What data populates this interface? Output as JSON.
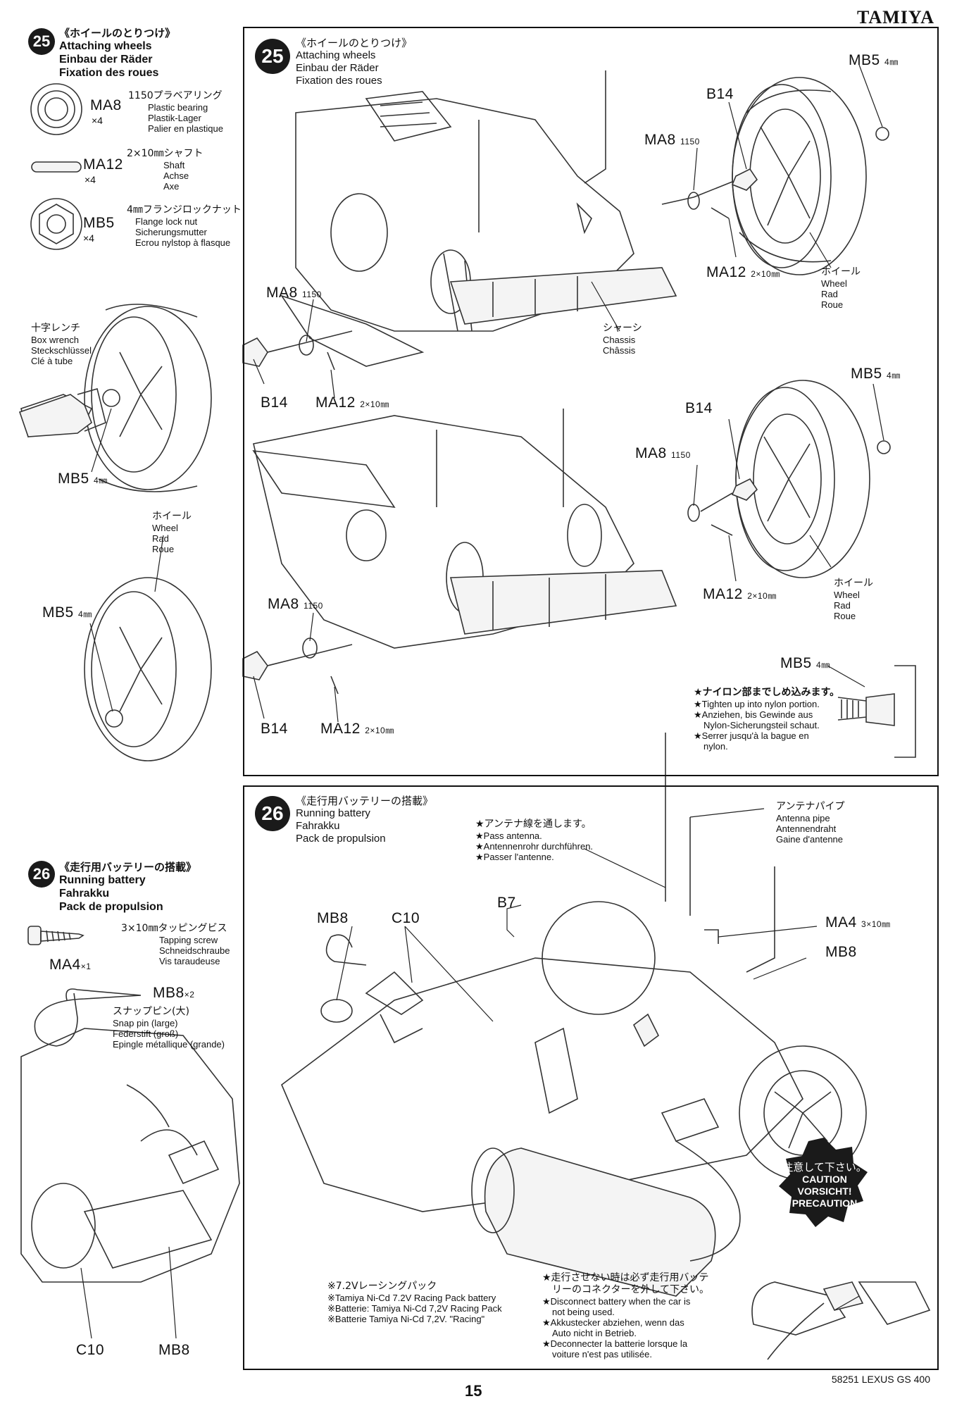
{
  "brand": "TAMIYA",
  "footer": {
    "page_number": "15",
    "model": "58251 LEXUS GS 400"
  },
  "step25_side": {
    "num": "25",
    "jp": "《ホイールのとりつけ》",
    "lines": [
      "Attaching wheels",
      "Einbau der Räder",
      "Fixation des roues"
    ],
    "parts": [
      {
        "code": "MA8",
        "qty": "×4",
        "jp": "1150プラベアリング",
        "lines": [
          "Plastic bearing",
          "Plastik-Lager",
          "Palier en plastique"
        ]
      },
      {
        "code": "MA12",
        "qty": "×4",
        "jp": "2×10㎜シャフト",
        "lines": [
          "Shaft",
          "Achse",
          "Axe"
        ]
      },
      {
        "code": "MB5",
        "qty": "×4",
        "jp": "4㎜フランジロックナット",
        "lines": [
          "Flange lock nut",
          "Sicherungsmutter",
          "Ecrou nylstop à flasque"
        ]
      }
    ],
    "wrench": [
      "十字レンチ",
      "Box wrench",
      "Steckschlüssel",
      "Clé à tube"
    ],
    "wheel": [
      "ホイール",
      "Wheel",
      "Rad",
      "Roue"
    ]
  },
  "step25_main": {
    "num": "25",
    "jp": "《ホイールのとりつけ》",
    "lines": [
      "Attaching wheels",
      "Einbau der Räder",
      "Fixation des roues"
    ],
    "chassis": [
      "シャーシ",
      "Chassis",
      "Châssis"
    ],
    "wheel": [
      "ホイール",
      "Wheel",
      "Rad",
      "Roue"
    ],
    "labels": {
      "mb5": "MB5",
      "mb5_size": "4㎜",
      "b14": "B14",
      "ma8": "MA8",
      "ma8_size": "1150",
      "ma12": "MA12",
      "ma12_size": "2×10㎜"
    },
    "note": [
      "★ナイロン部までしめ込みます。",
      "★Tighten up into nylon portion.",
      "★Anziehen, bis Gewinde aus",
      "Nylon-Sicherungsteil schaut.",
      "★Serrer jusqu'à la bague en",
      "nylon."
    ]
  },
  "step26_side": {
    "num": "26",
    "jp": "《走行用バッテリーの搭載》",
    "lines": [
      "Running battery",
      "Fahrakku",
      "Pack de propulsion"
    ],
    "screw": {
      "jp": "3×10㎜タッピングビス",
      "lines": [
        "Tapping screw",
        "Schneidschraube",
        "Vis taraudeuse"
      ],
      "code": "MA4",
      "qty": "×1"
    },
    "pin": {
      "code": "MB8",
      "qty": "×2",
      "jp": "スナップピン(大)",
      "lines": [
        "Snap pin (large)",
        "Federstift (groß)",
        "Epingle métallique (grande)"
      ]
    },
    "detail_labels": {
      "c10": "C10",
      "mb8": "MB8"
    }
  },
  "step26_main": {
    "num": "26",
    "jp": "《走行用バッテリーの搭載》",
    "lines": [
      "Running battery",
      "Fahrakku",
      "Pack de propulsion"
    ],
    "antenna": [
      "★アンテナ線を通します。",
      "★Pass antenna.",
      "★Antennenrohr durchführen.",
      "★Passer l'antenne."
    ],
    "pipe": [
      "アンテナパイプ",
      "Antenna pipe",
      "Antennendraht",
      "Gaine d'antenne"
    ],
    "labels": {
      "b7": "B7",
      "mb8": "MB8",
      "c10": "C10",
      "ma4": "MA4",
      "ma4_size": "3×10㎜"
    },
    "battery": [
      "※7.2Vレーシングパック",
      "※Tamiya Ni-Cd 7.2V Racing Pack battery",
      "※Batterie: Tamiya Ni-Cd 7,2V Racing Pack",
      "※Batterie Tamiya Ni-Cd 7,2V. \"Racing\""
    ],
    "disconnect": [
      "★走行させない時は必ず走行用バッテ",
      "リーのコネクターを外して下さい。",
      "★Disconnect battery when the car is",
      "not being used.",
      "★Akkustecker abziehen, wenn das",
      "Auto nicht in Betrieb.",
      "★Deconnecter la batterie lorsque la",
      "voiture n'est pas utilisée."
    ],
    "caution": {
      "jp": "注意して下さい。",
      "lines": [
        "CAUTION",
        "VORSICHT!",
        "PRECAUTION"
      ]
    }
  }
}
